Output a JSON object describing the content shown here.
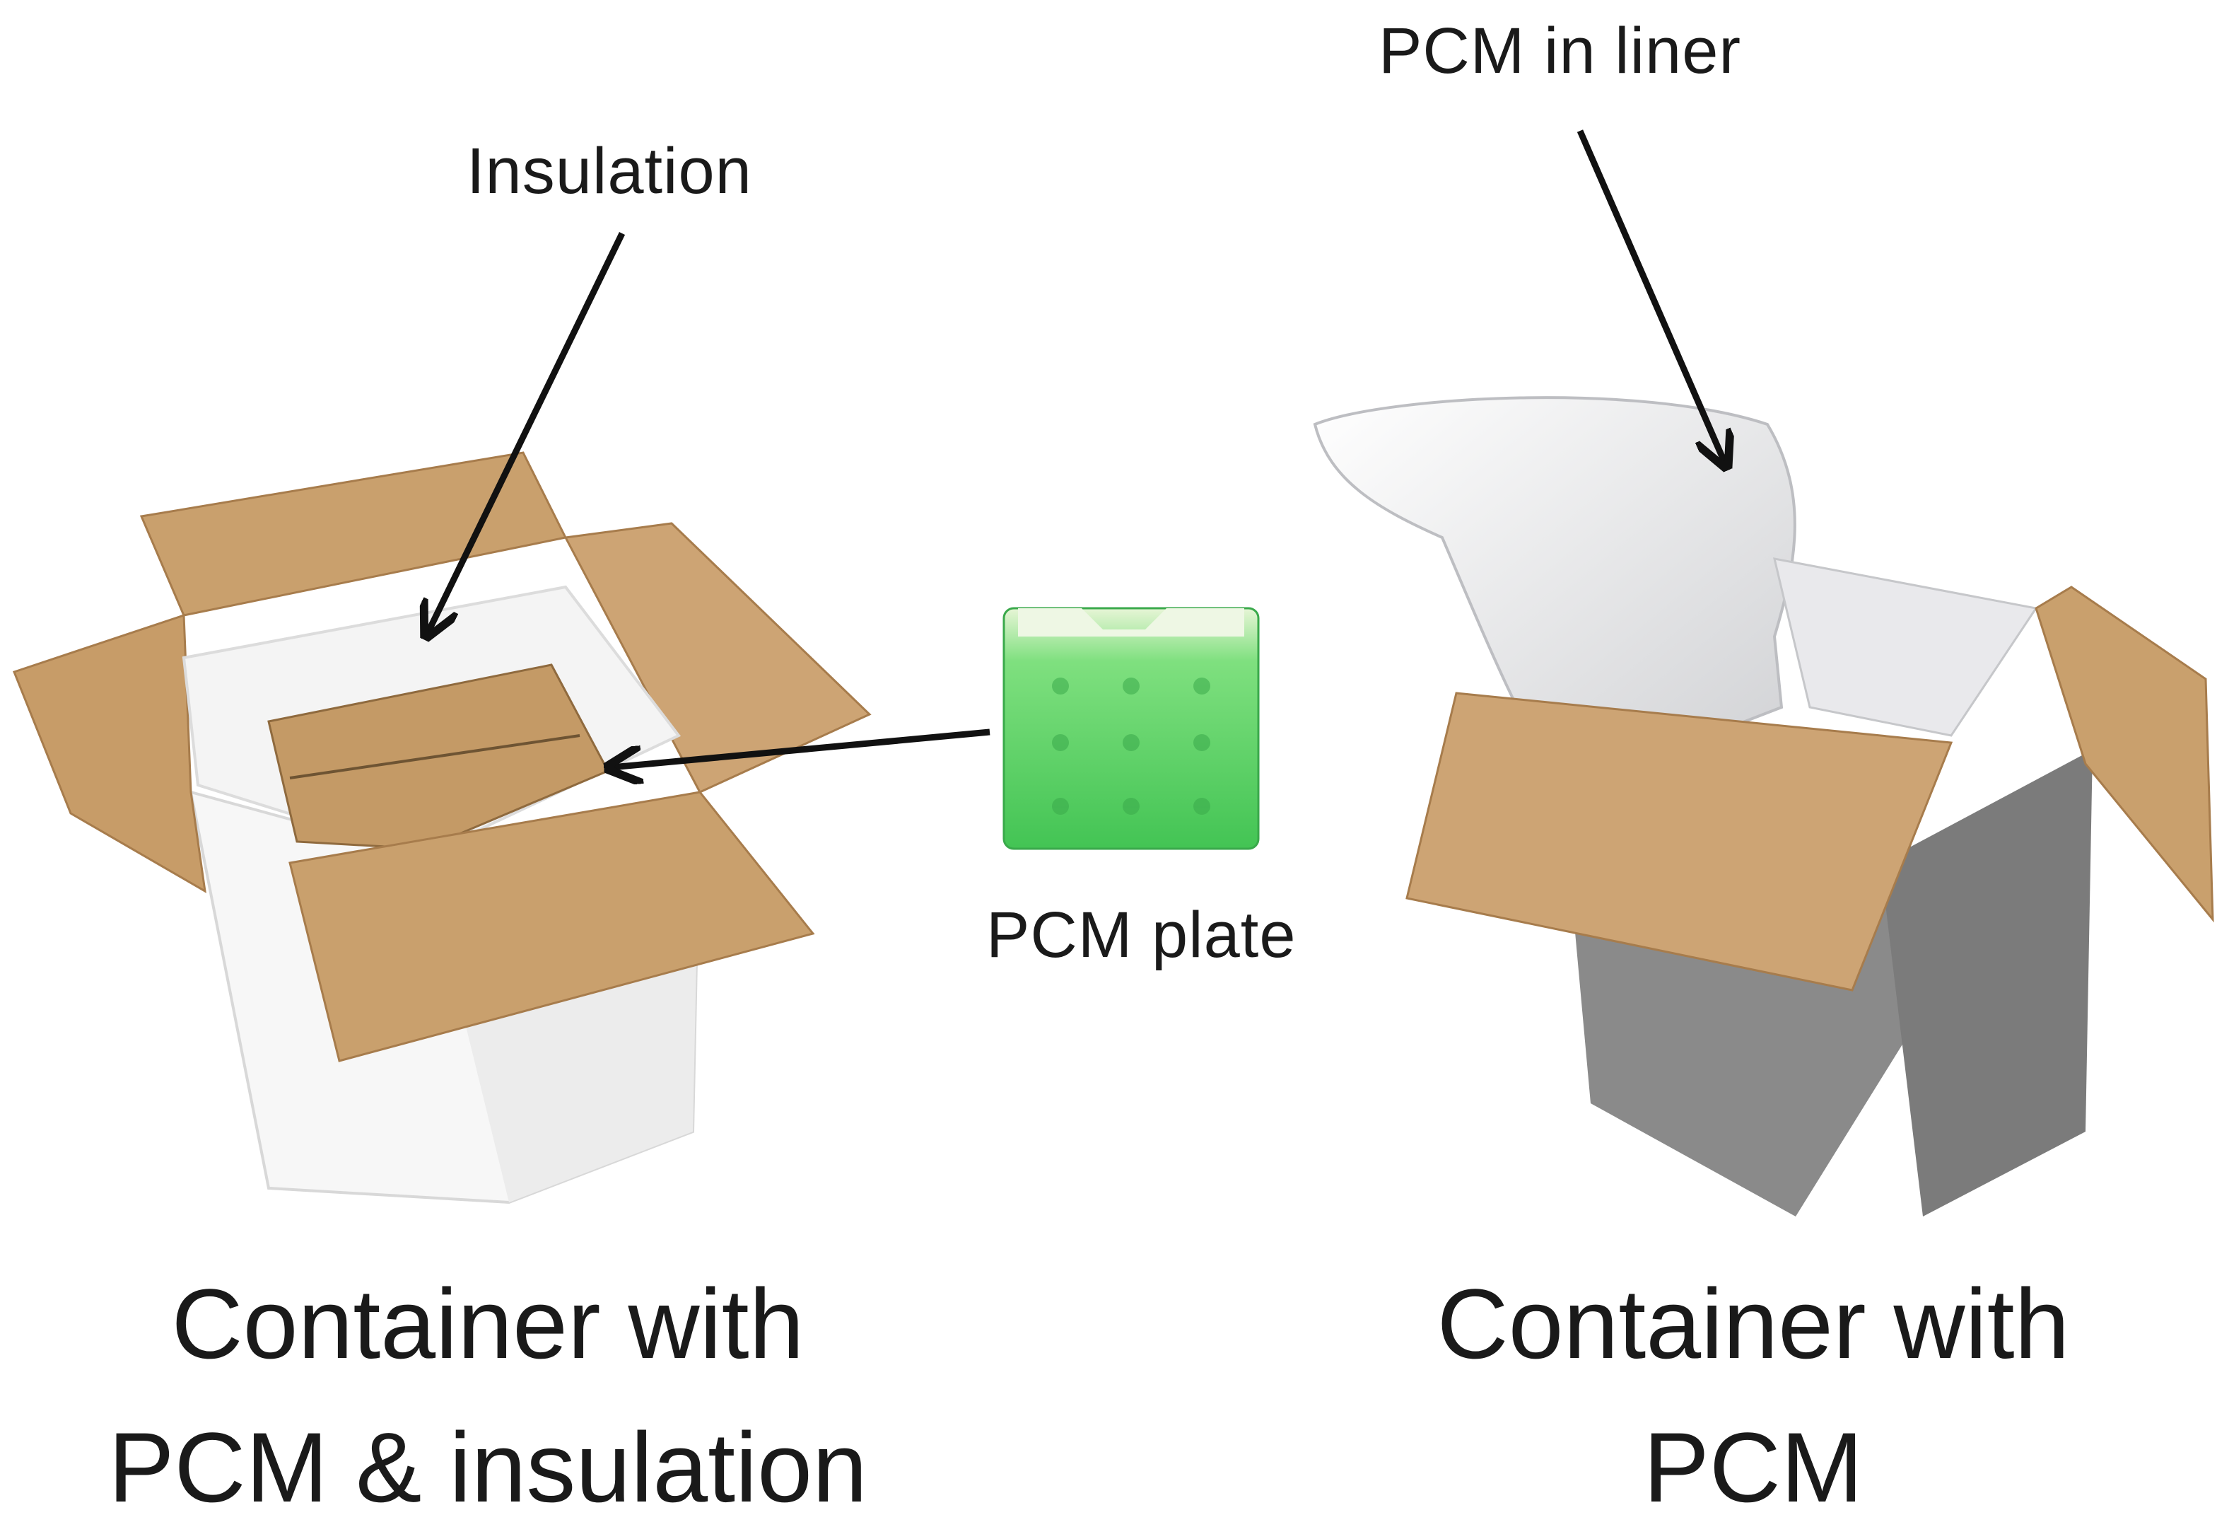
{
  "labels": {
    "insulation": "Insulation",
    "pcm_in_liner": "PCM in liner",
    "pcm_plate": "PCM plate"
  },
  "captions": {
    "left_line1": "Container with",
    "left_line2": "PCM & insulation",
    "right_line1": "Container with",
    "right_line2": "PCM"
  },
  "colors": {
    "cardboard": "#c9a06d",
    "cardboard_dark": "#a77c4c",
    "foam": "#f4f4f4",
    "gray_box": "#8a8a8a",
    "pcm_green": "#5cd36a",
    "arrow": "#111111"
  }
}
